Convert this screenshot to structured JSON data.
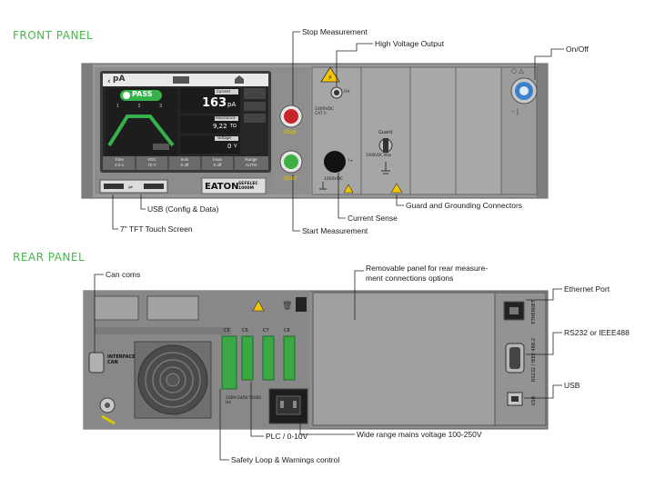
{
  "front_panel": {
    "title": "FRONT PANEL",
    "callouts": {
      "stop_measurement": "Stop Measurement",
      "high_voltage_output": "High Voltage Output",
      "on_off": "On/Off",
      "usb": "USB (Config & Data)",
      "touch_screen": "7\" TFT Touch Screen",
      "start_measurement": "Start Measurement",
      "current_sense": "Current Sense",
      "guard_grounding": "Guard and Grounding Connectors"
    },
    "screen": {
      "unit_title": "pA",
      "pass_badge": "PASS",
      "current_label": "Current",
      "current_value": "163",
      "current_unit": "pA",
      "resistance_label": "Resistance",
      "resistance_value": "9,22",
      "resistance_unit": "TΩ",
      "voltage_label": "Voltage",
      "voltage_value": "0",
      "voltage_unit": "V",
      "profile_points": [
        "1",
        "2",
        "3"
      ],
      "bottom_cells": [
        {
          "label": "Time",
          "value": "2.0 s"
        },
        {
          "label": "VDC",
          "value": "70 V"
        },
        {
          "label": "Imin",
          "value": "0 off"
        },
        {
          "label": "Imax",
          "value": "0 off"
        },
        {
          "label": "Range",
          "value": "AUTO"
        }
      ]
    },
    "buttons": {
      "stop_label": "Stop",
      "start_label": "Start"
    },
    "hv_module": {
      "hv_label": "HV",
      "rating": "1000VDC CAT II",
      "current_rating": "1000VDC",
      "in_label": "I+"
    },
    "guard_module": {
      "guard_label": "Guard",
      "rating": "1000VDC Max"
    },
    "brand": {
      "logo": "EATON",
      "line1": "SEFELEC",
      "line2": "1000M"
    }
  },
  "rear_panel": {
    "title": "REAR PANEL",
    "callouts": {
      "can_coms": "Can coms",
      "removable_panel": "Removable panel for rear measure- ment connections options",
      "ethernet_port": "Ethernet Port",
      "rs232": "RS232 or IEEE488",
      "usb": "USB",
      "wide_range_mains": "Wide range mains voltage 100-250V",
      "plc": "PLC / 0-10V",
      "safety_loop": "Safety Loop & Warnings control"
    },
    "labels": {
      "interface_can": "INTERFACE CAN",
      "c5": "C5",
      "c6": "C6",
      "c7": "C7",
      "c8": "C8",
      "mains_rating": "100V-240V 50/60 Hz",
      "ethernet_vertical": "ETHERNET",
      "rs232_vertical": "RS232 / IEEE 488-2",
      "usb_vertical": "USB"
    }
  },
  "colors": {
    "title_green": "#45b84a",
    "panel_gray": "#8a8a8a",
    "screen_dark": "#2b2b2b",
    "stop_red": "#c8252b",
    "start_green": "#3cb043",
    "warning_yellow": "#f2c500"
  }
}
